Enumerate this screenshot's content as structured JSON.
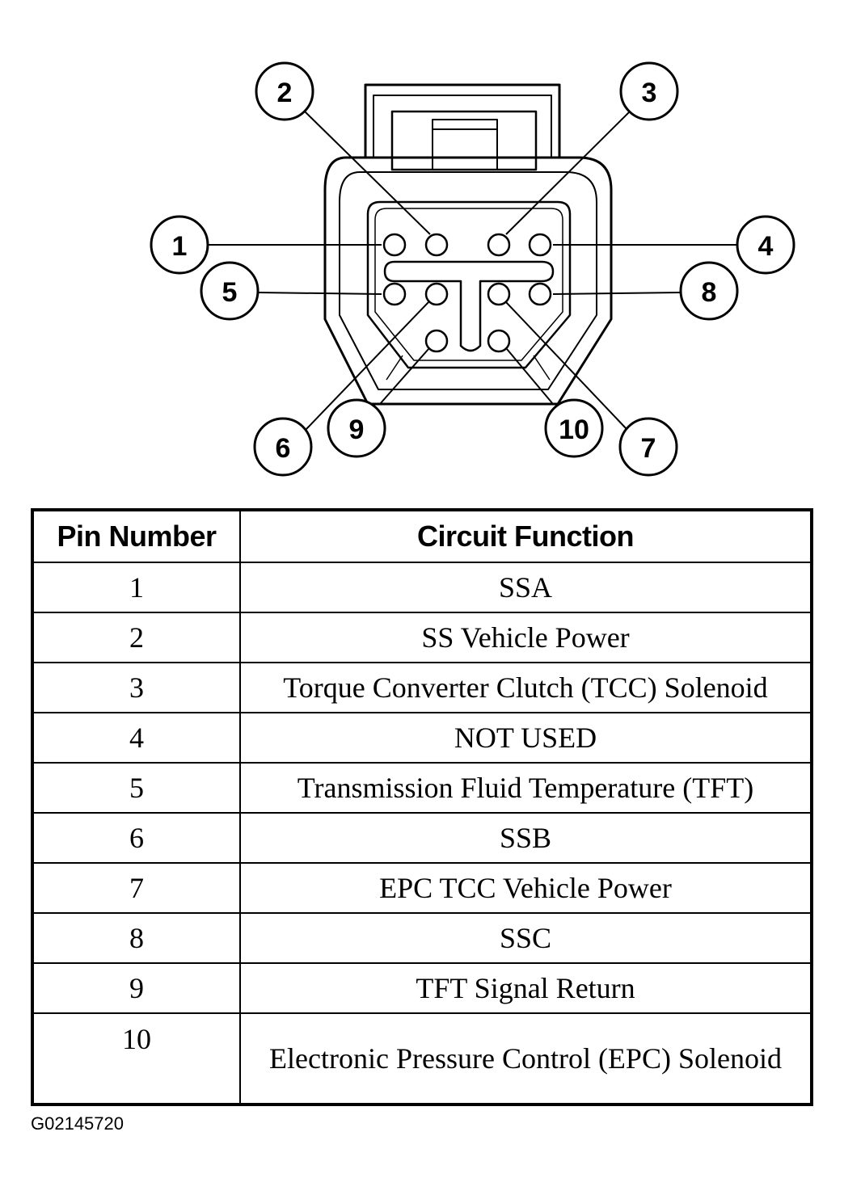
{
  "connector": {
    "pins": [
      {
        "label": "1"
      },
      {
        "label": "2"
      },
      {
        "label": "3"
      },
      {
        "label": "4"
      },
      {
        "label": "5"
      },
      {
        "label": "6"
      },
      {
        "label": "7"
      },
      {
        "label": "8"
      },
      {
        "label": "9"
      },
      {
        "label": "10"
      }
    ]
  },
  "table": {
    "headers": [
      "Pin Number",
      "Circuit Function"
    ],
    "rows": [
      {
        "pin": "1",
        "function": "SSA"
      },
      {
        "pin": "2",
        "function": "SS Vehicle Power"
      },
      {
        "pin": "3",
        "function": "Torque Converter Clutch (TCC) Solenoid"
      },
      {
        "pin": "4",
        "function": "NOT USED"
      },
      {
        "pin": "5",
        "function": "Transmission Fluid Temperature (TFT)"
      },
      {
        "pin": "6",
        "function": "SSB"
      },
      {
        "pin": "7",
        "function": "EPC TCC Vehicle Power"
      },
      {
        "pin": "8",
        "function": "SSC"
      },
      {
        "pin": "9",
        "function": "TFT Signal Return"
      },
      {
        "pin": "10",
        "function": "Electronic Pressure Control (EPC) Solenoid"
      }
    ]
  },
  "figure_code": "G02145720"
}
